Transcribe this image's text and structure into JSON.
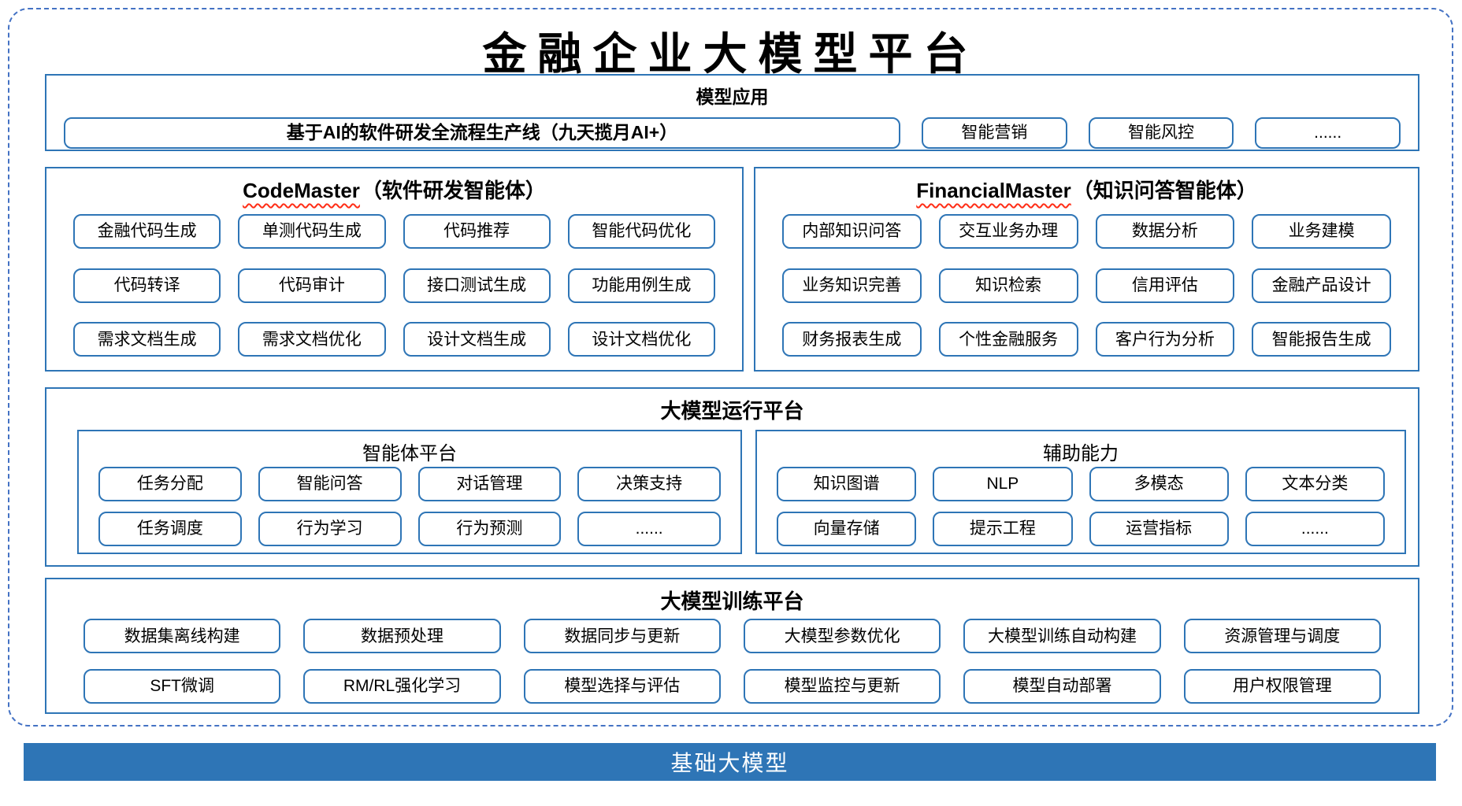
{
  "title": "金融企业大模型平台",
  "colors": {
    "box_border": "#2E75B6",
    "dashed_border": "#4472C4",
    "squiggle_underline": "#FF2D16",
    "base_bar_bg": "#2E75B6",
    "base_bar_text": "#FFFFFF"
  },
  "model_app": {
    "title": "模型应用",
    "main_button": "基于AI的软件研发全流程生产线（九天揽月AI+）",
    "buttons": [
      "智能营销",
      "智能风控",
      "......"
    ]
  },
  "code_master": {
    "title_en": "CodeMaster",
    "title_cn": "（软件研发智能体）",
    "buttons": [
      "金融代码生成",
      "单测代码生成",
      "代码推荐",
      "智能代码优化",
      "代码转译",
      "代码审计",
      "接口测试生成",
      "功能用例生成",
      "需求文档生成",
      "需求文档优化",
      "设计文档生成",
      "设计文档优化"
    ]
  },
  "financial_master": {
    "title_en": "FinancialMaster",
    "title_cn": "（知识问答智能体）",
    "buttons": [
      "内部知识问答",
      "交互业务办理",
      "数据分析",
      "业务建模",
      "业务知识完善",
      "知识检索",
      "信用评估",
      "金融产品设计",
      "财务报表生成",
      "个性金融服务",
      "客户行为分析",
      "智能报告生成"
    ]
  },
  "run_platform": {
    "title": "大模型运行平台",
    "agent_platform": {
      "title": "智能体平台",
      "buttons": [
        "任务分配",
        "智能问答",
        "对话管理",
        "决策支持",
        "任务调度",
        "行为学习",
        "行为预测",
        "......"
      ]
    },
    "aux_capability": {
      "title": "辅助能力",
      "buttons": [
        "知识图谱",
        "NLP",
        "多模态",
        "文本分类",
        "向量存储",
        "提示工程",
        "运营指标",
        "......"
      ]
    }
  },
  "train_platform": {
    "title": "大模型训练平台",
    "buttons": [
      "数据集离线构建",
      "数据预处理",
      "数据同步与更新",
      "大模型参数优化",
      "大模型训练自动构建",
      "资源管理与调度",
      "SFT微调",
      "RM/RL强化学习",
      "模型选择与评估",
      "模型监控与更新",
      "模型自动部署",
      "用户权限管理"
    ]
  },
  "base_model_bar": {
    "label": "基础大模型"
  }
}
